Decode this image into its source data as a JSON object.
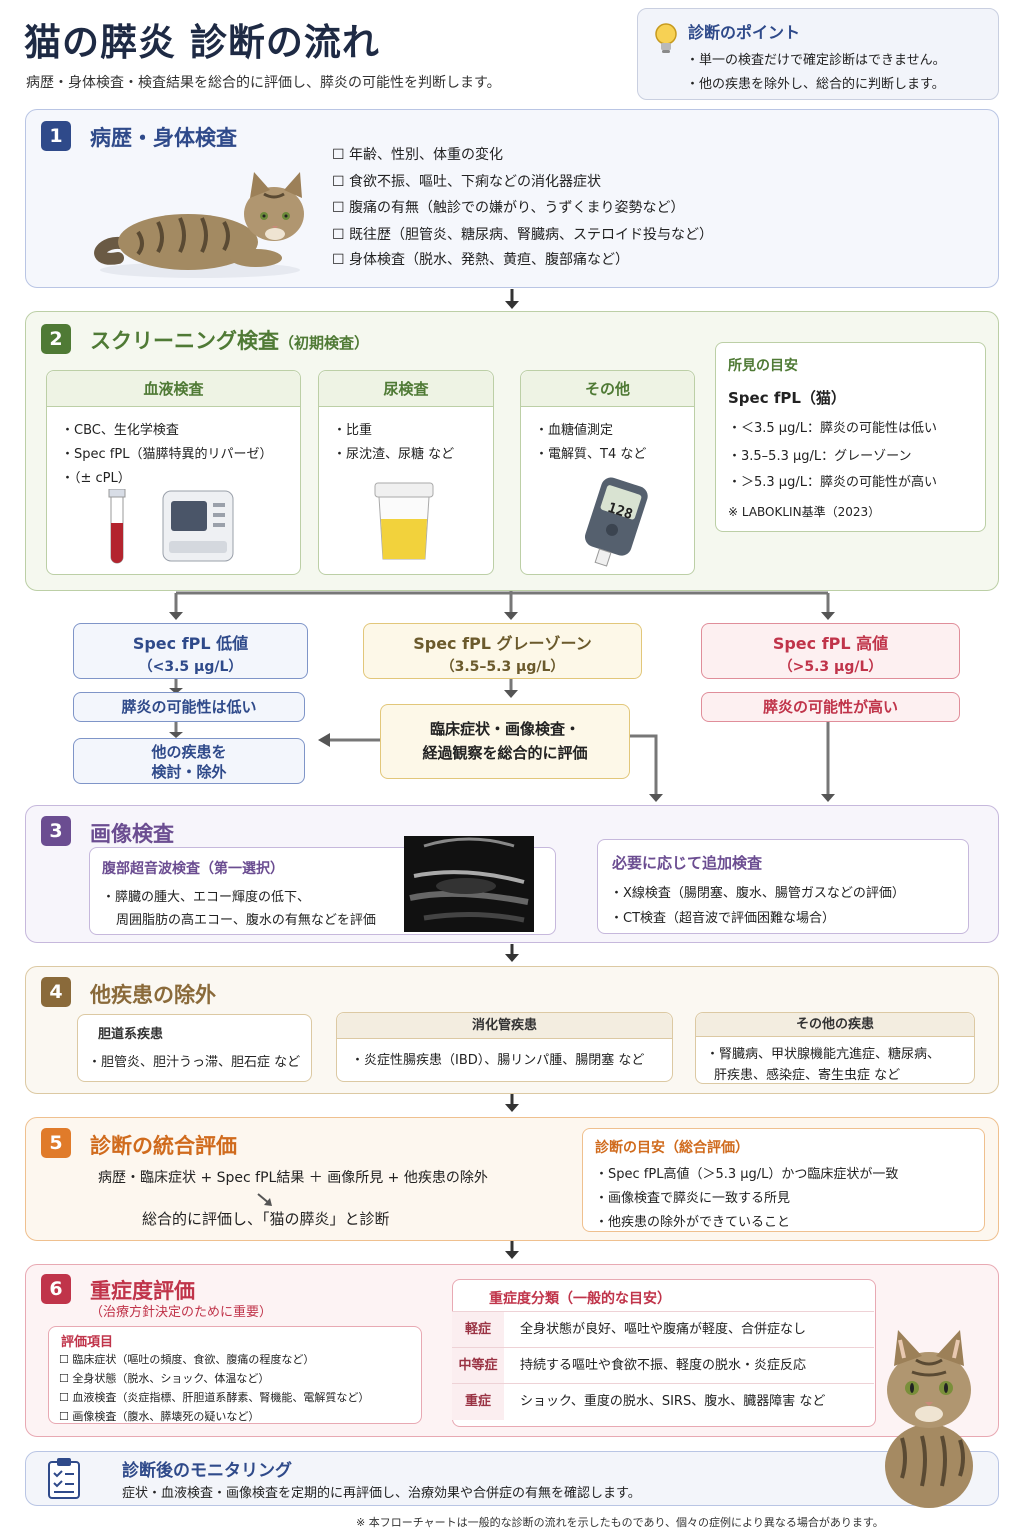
{
  "header": {
    "title": "猫の膵炎 診断の流れ",
    "subtitle": "病歴・身体検査・検査結果を総合的に評価し、膵炎の可能性を判断します。"
  },
  "point": {
    "title": "診断のポイント",
    "lines": [
      "・単一の検査だけで確定診断はできません。",
      "・他の疾患を除外し、総合的に判断します。"
    ]
  },
  "step1": {
    "num": "1",
    "title": "病歴・身体検査",
    "items": [
      "☐ 年齢、性別、体重の変化",
      "☐ 食欲不振、嘔吐、下痢などの消化器症状",
      "☐ 腹痛の有無（触診での嫌がり、うずくまり姿勢など）",
      "☐ 既往歴（胆管炎、糖尿病、腎臓病、ステロイド投与など）",
      "☐ 身体検査（脱水、発熱、黄疸、腹部痛など）"
    ]
  },
  "step2": {
    "num": "2",
    "title": "スクリーニング検査",
    "title_note": "（初期検査）",
    "blood": {
      "title": "血液検査",
      "items": [
        "・CBC、生化学検査",
        "・Spec fPL（猫膵特異的リパーゼ）",
        "・（± cPL）"
      ]
    },
    "urine": {
      "title": "尿検査",
      "items": [
        "・比重",
        "・尿沈渣、尿糖 など"
      ]
    },
    "other": {
      "title": "その他",
      "items": [
        "・血糖値測定",
        "・電解質、T4 など"
      ]
    },
    "meter_value": "128",
    "guide": {
      "title": "所見の目安",
      "subtitle": "Spec fPL（猫）",
      "items": [
        "・＜3.5 μg/L：膵炎の可能性は低い",
        "・3.5–5.3 μg/L：グレーゾーン",
        "・＞5.3 μg/L：膵炎の可能性が高い"
      ],
      "note": "※ LABOKLIN基準（2023）"
    }
  },
  "branch": {
    "low": {
      "title": "Spec fPL 低値",
      "range": "（<3.5 μg/L）",
      "result": "膵炎の可能性は低い",
      "action_line1": "他の疾患を",
      "action_line2": "検討・除外"
    },
    "gray": {
      "title": "Spec fPL グレーゾーン",
      "range": "（3.5–5.3 μg/L）",
      "action_line1": "臨床症状・画像検査・",
      "action_line2": "経過観察を総合的に評価"
    },
    "high": {
      "title": "Spec fPL 高値",
      "range": "（>5.3 μg/L）",
      "result": "膵炎の可能性が高い"
    }
  },
  "step3": {
    "num": "3",
    "title": "画像検査",
    "us": {
      "title": "腹部超音波検査（第一選択）",
      "line1": "・膵臓の腫大、エコー輝度の低下、",
      "line2": "周囲脂肪の高エコー、腹水の有無などを評価"
    },
    "extra": {
      "title": "必要に応じて追加検査",
      "items": [
        "・X線検査（腸閉塞、腹水、腸管ガスなどの評価）",
        "・CT検査（超音波で評価困難な場合）"
      ]
    }
  },
  "step4": {
    "num": "4",
    "title": "他疾患の除外",
    "biliary": {
      "title": "胆道系疾患",
      "text": "・胆管炎、胆汁うっ滞、胆石症 など"
    },
    "gi": {
      "title": "消化管疾患",
      "text": "・炎症性腸疾患（IBD）、腸リンパ腫、腸閉塞 など"
    },
    "others": {
      "title": "その他の疾患",
      "line1": "・腎臓病、甲状腺機能亢進症、糖尿病、",
      "line2": "肝疾患、感染症、寄生虫症 など"
    }
  },
  "step5": {
    "num": "5",
    "title": "診断の統合評価",
    "formula": "病歴・臨床症状 + Spec fPL結果 ＋ 画像所見 + 他疾患の除外",
    "conclusion": "総合的に評価し、「猫の膵炎」と診断",
    "guide": {
      "title": "診断の目安（総合評価）",
      "items": [
        "・Spec fPL高値（＞5.3 μg/L）かつ臨床症状が一致",
        "・画像検査で膵炎に一致する所見",
        "・他疾患の除外ができていること"
      ]
    }
  },
  "step6": {
    "num": "6",
    "title": "重症度評価",
    "subtitle": "（治療方針決定のために重要）",
    "items_title": "評価項目",
    "items": [
      "☐ 臨床症状（嘔吐の頻度、食欲、腹痛の程度など）",
      "☐ 全身状態（脱水、ショック、体温など）",
      "☐ 血液検査（炎症指標、肝胆道系酵素、腎機能、電解質など）",
      "☐ 画像検査（腹水、膵壊死の疑いなど）"
    ],
    "class_title": "重症度分類（一般的な目安）",
    "rows": [
      {
        "k": "軽症",
        "v": "全身状態が良好、嘔吐や腹痛が軽度、合併症なし"
      },
      {
        "k": "中等症",
        "v": "持続する嘔吐や食欲不振、軽度の脱水・炎症反応"
      },
      {
        "k": "重症",
        "v": "ショック、重度の脱水、SIRS、腹水、臓器障害 など"
      }
    ]
  },
  "monitor": {
    "title": "診断後のモニタリング",
    "text": "症状・血液検査・画像検査を定期的に再評価し、治療効果や合併症の有無を確認します。"
  },
  "footer": "※ 本フローチャートは一般的な診断の流れを示したものであり、個々の症例により異なる場合があります。",
  "colors": {
    "navy": "#2f4a8a",
    "green": "#4f7a35",
    "purple": "#6b4d91",
    "brown": "#8a6a3a",
    "orange": "#e07b2a",
    "red": "#c0344a"
  }
}
